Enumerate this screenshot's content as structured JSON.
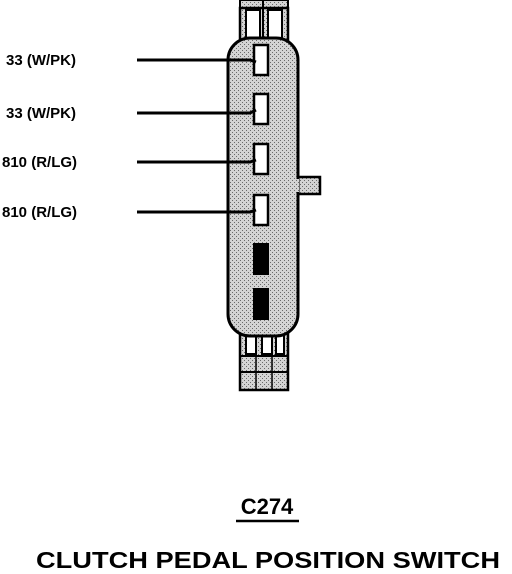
{
  "connector": {
    "id": "C274",
    "component": "CLUTCH PEDAL POSITION SWITCH"
  },
  "wires": [
    {
      "label": "33 (W/PK)"
    },
    {
      "label": "33 (W/PK)"
    },
    {
      "label": "810 (R/LG)"
    },
    {
      "label": "810 (R/LG)"
    }
  ],
  "colors": {
    "ink": "#000000",
    "body_fill": "#c8c8c8",
    "background": "#ffffff"
  }
}
